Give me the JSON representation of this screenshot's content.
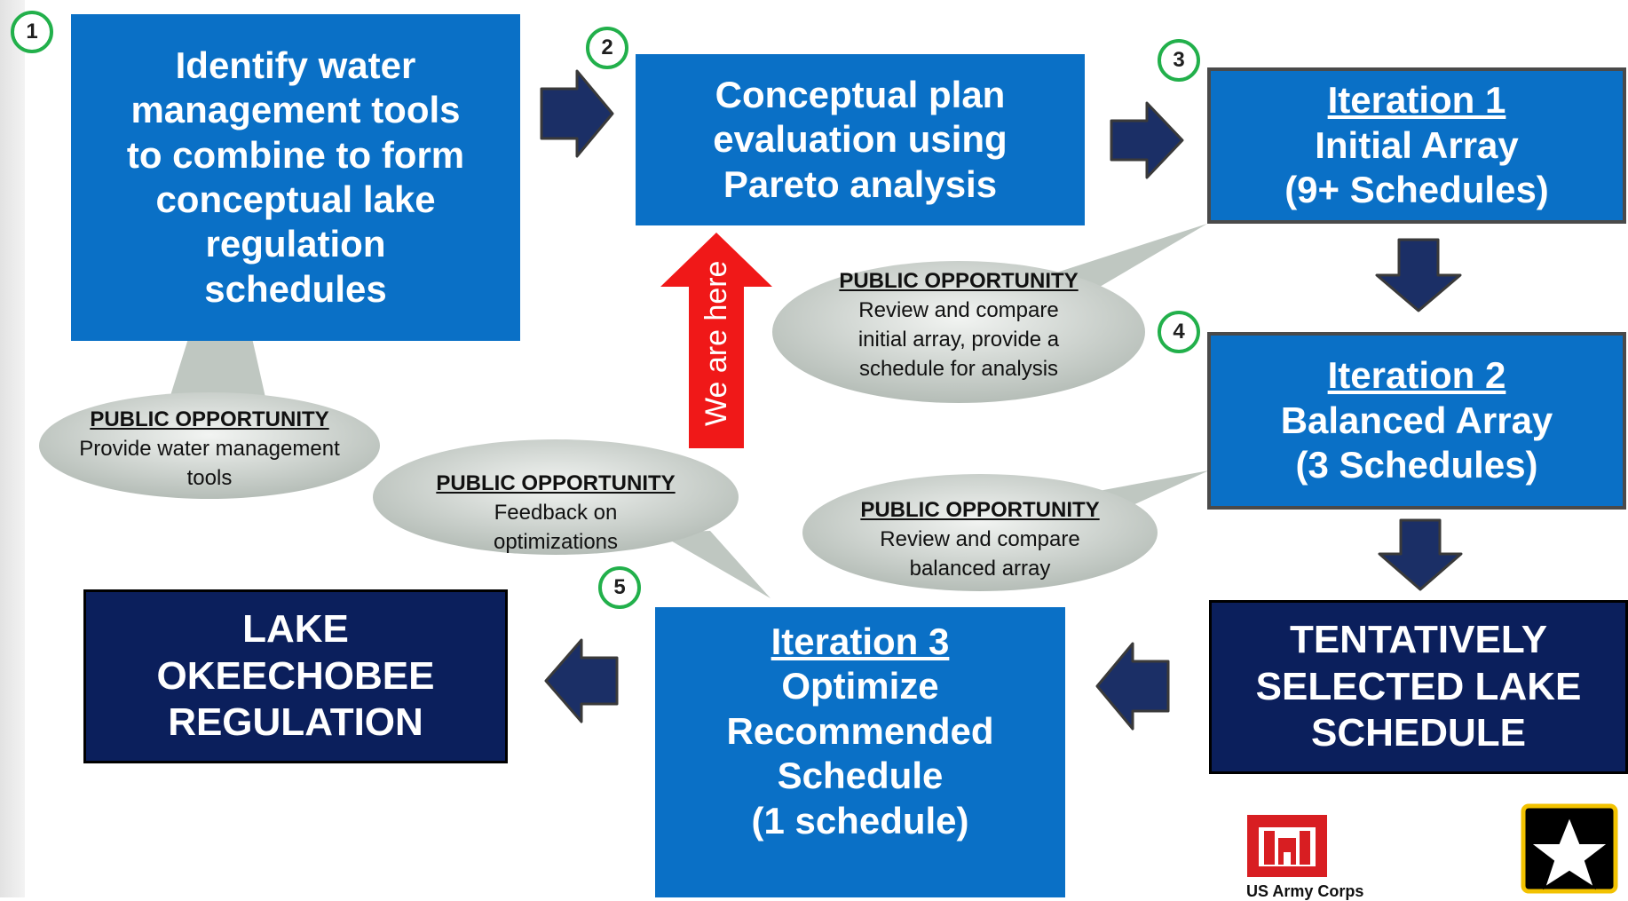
{
  "steps": {
    "step1": {
      "badge": "1",
      "lines": [
        "Identify water",
        "management tools",
        "to combine to form",
        "conceptual lake",
        "regulation",
        "schedules"
      ]
    },
    "step2": {
      "badge": "2",
      "lines": [
        "Conceptual plan",
        "evaluation using",
        "Pareto analysis"
      ]
    },
    "step3": {
      "badge": "3",
      "title": "Iteration 1",
      "lines": [
        "Initial Array",
        "(9+ Schedules)"
      ]
    },
    "step4": {
      "badge": "4",
      "title": "Iteration 2",
      "lines": [
        "Balanced Array",
        "(3 Schedules)"
      ]
    },
    "step5": {
      "badge": "5",
      "title": "Iteration 3",
      "lines": [
        "Optimize",
        "Recommended",
        "Schedule",
        "(1 schedule)"
      ]
    },
    "tentative": {
      "lines": [
        "TENTATIVELY",
        "SELECTED LAKE",
        "SCHEDULE"
      ]
    },
    "final": {
      "lines": [
        "LAKE",
        "OKEECHOBEE",
        "REGULATION"
      ]
    }
  },
  "public_opportunities": [
    {
      "heading": "PUBLIC OPPORTUNITY",
      "lines": [
        "Provide water management",
        "tools"
      ]
    },
    {
      "heading": "PUBLIC OPPORTUNITY",
      "lines": [
        "Review and compare",
        "initial array, provide a",
        "schedule for analysis"
      ]
    },
    {
      "heading": "PUBLIC OPPORTUNITY",
      "lines": [
        "Feedback on",
        "optimizations"
      ]
    },
    {
      "heading": "PUBLIC OPPORTUNITY",
      "lines": [
        "Review and compare",
        "balanced array"
      ]
    }
  ],
  "marker": {
    "text": "We are here"
  },
  "logos": {
    "usace_text": "US Army Corps"
  },
  "colors": {
    "step_blue": "#0a70c6",
    "dark_navy": "#0b1f5c",
    "arrow_navy": "#1b2f66",
    "badge_green": "#22b04b",
    "marker_red": "#f01818",
    "bubble_gray": "#c4ccc6",
    "usace_red": "#d81e22"
  }
}
